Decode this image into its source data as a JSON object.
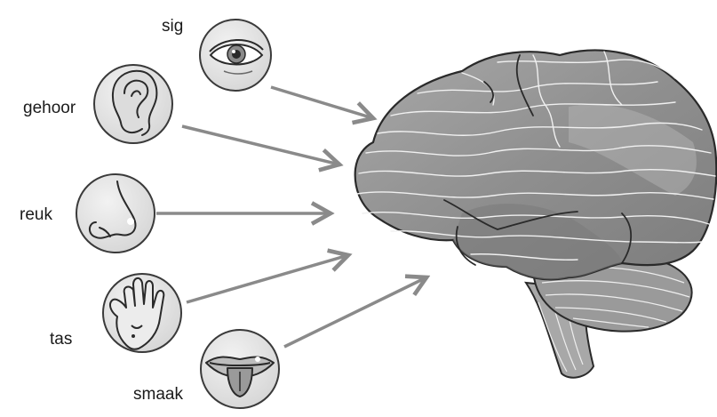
{
  "senses": [
    {
      "label": "sig",
      "icon": "eye-icon"
    },
    {
      "label": "gehoor",
      "icon": "ear-icon"
    },
    {
      "label": "reuk",
      "icon": "nose-icon"
    },
    {
      "label": "tas",
      "icon": "hand-icon"
    },
    {
      "label": "smaak",
      "icon": "tongue-icon"
    }
  ],
  "colors": {
    "circle_fill": "#e3e3e3",
    "circle_stroke": "#3a3a3a",
    "arrow": "#8a8a8a",
    "brain_fill": "#9b9b9b",
    "brain_dark": "#6f6f6f",
    "brain_light": "#bdbdbd",
    "outline": "#2a2a2a"
  }
}
